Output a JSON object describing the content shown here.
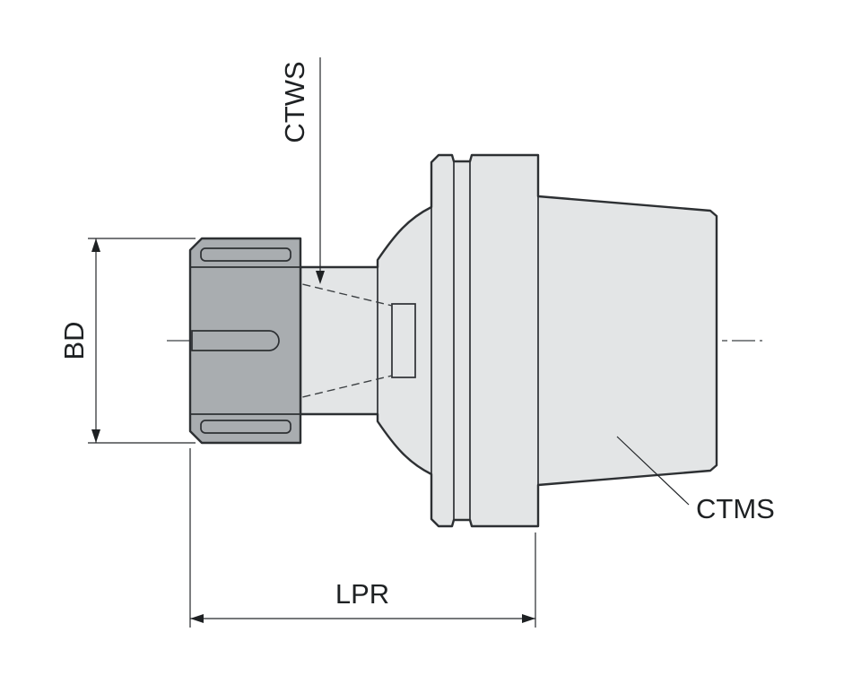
{
  "drawing": {
    "type": "technical-drawing-collet-chuck-side-view",
    "labels": {
      "ctws": "CTWS",
      "bd": "BD",
      "lpr": "LPR",
      "ctms": "CTMS"
    },
    "colors": {
      "background": "#ffffff",
      "line": "#2d3033",
      "body_fill": "#e3e5e6",
      "nut_fill": "#a9adb0",
      "nut_slot_fill": "#5f6366",
      "slot_fill": "#e0e1e3"
    }
  }
}
